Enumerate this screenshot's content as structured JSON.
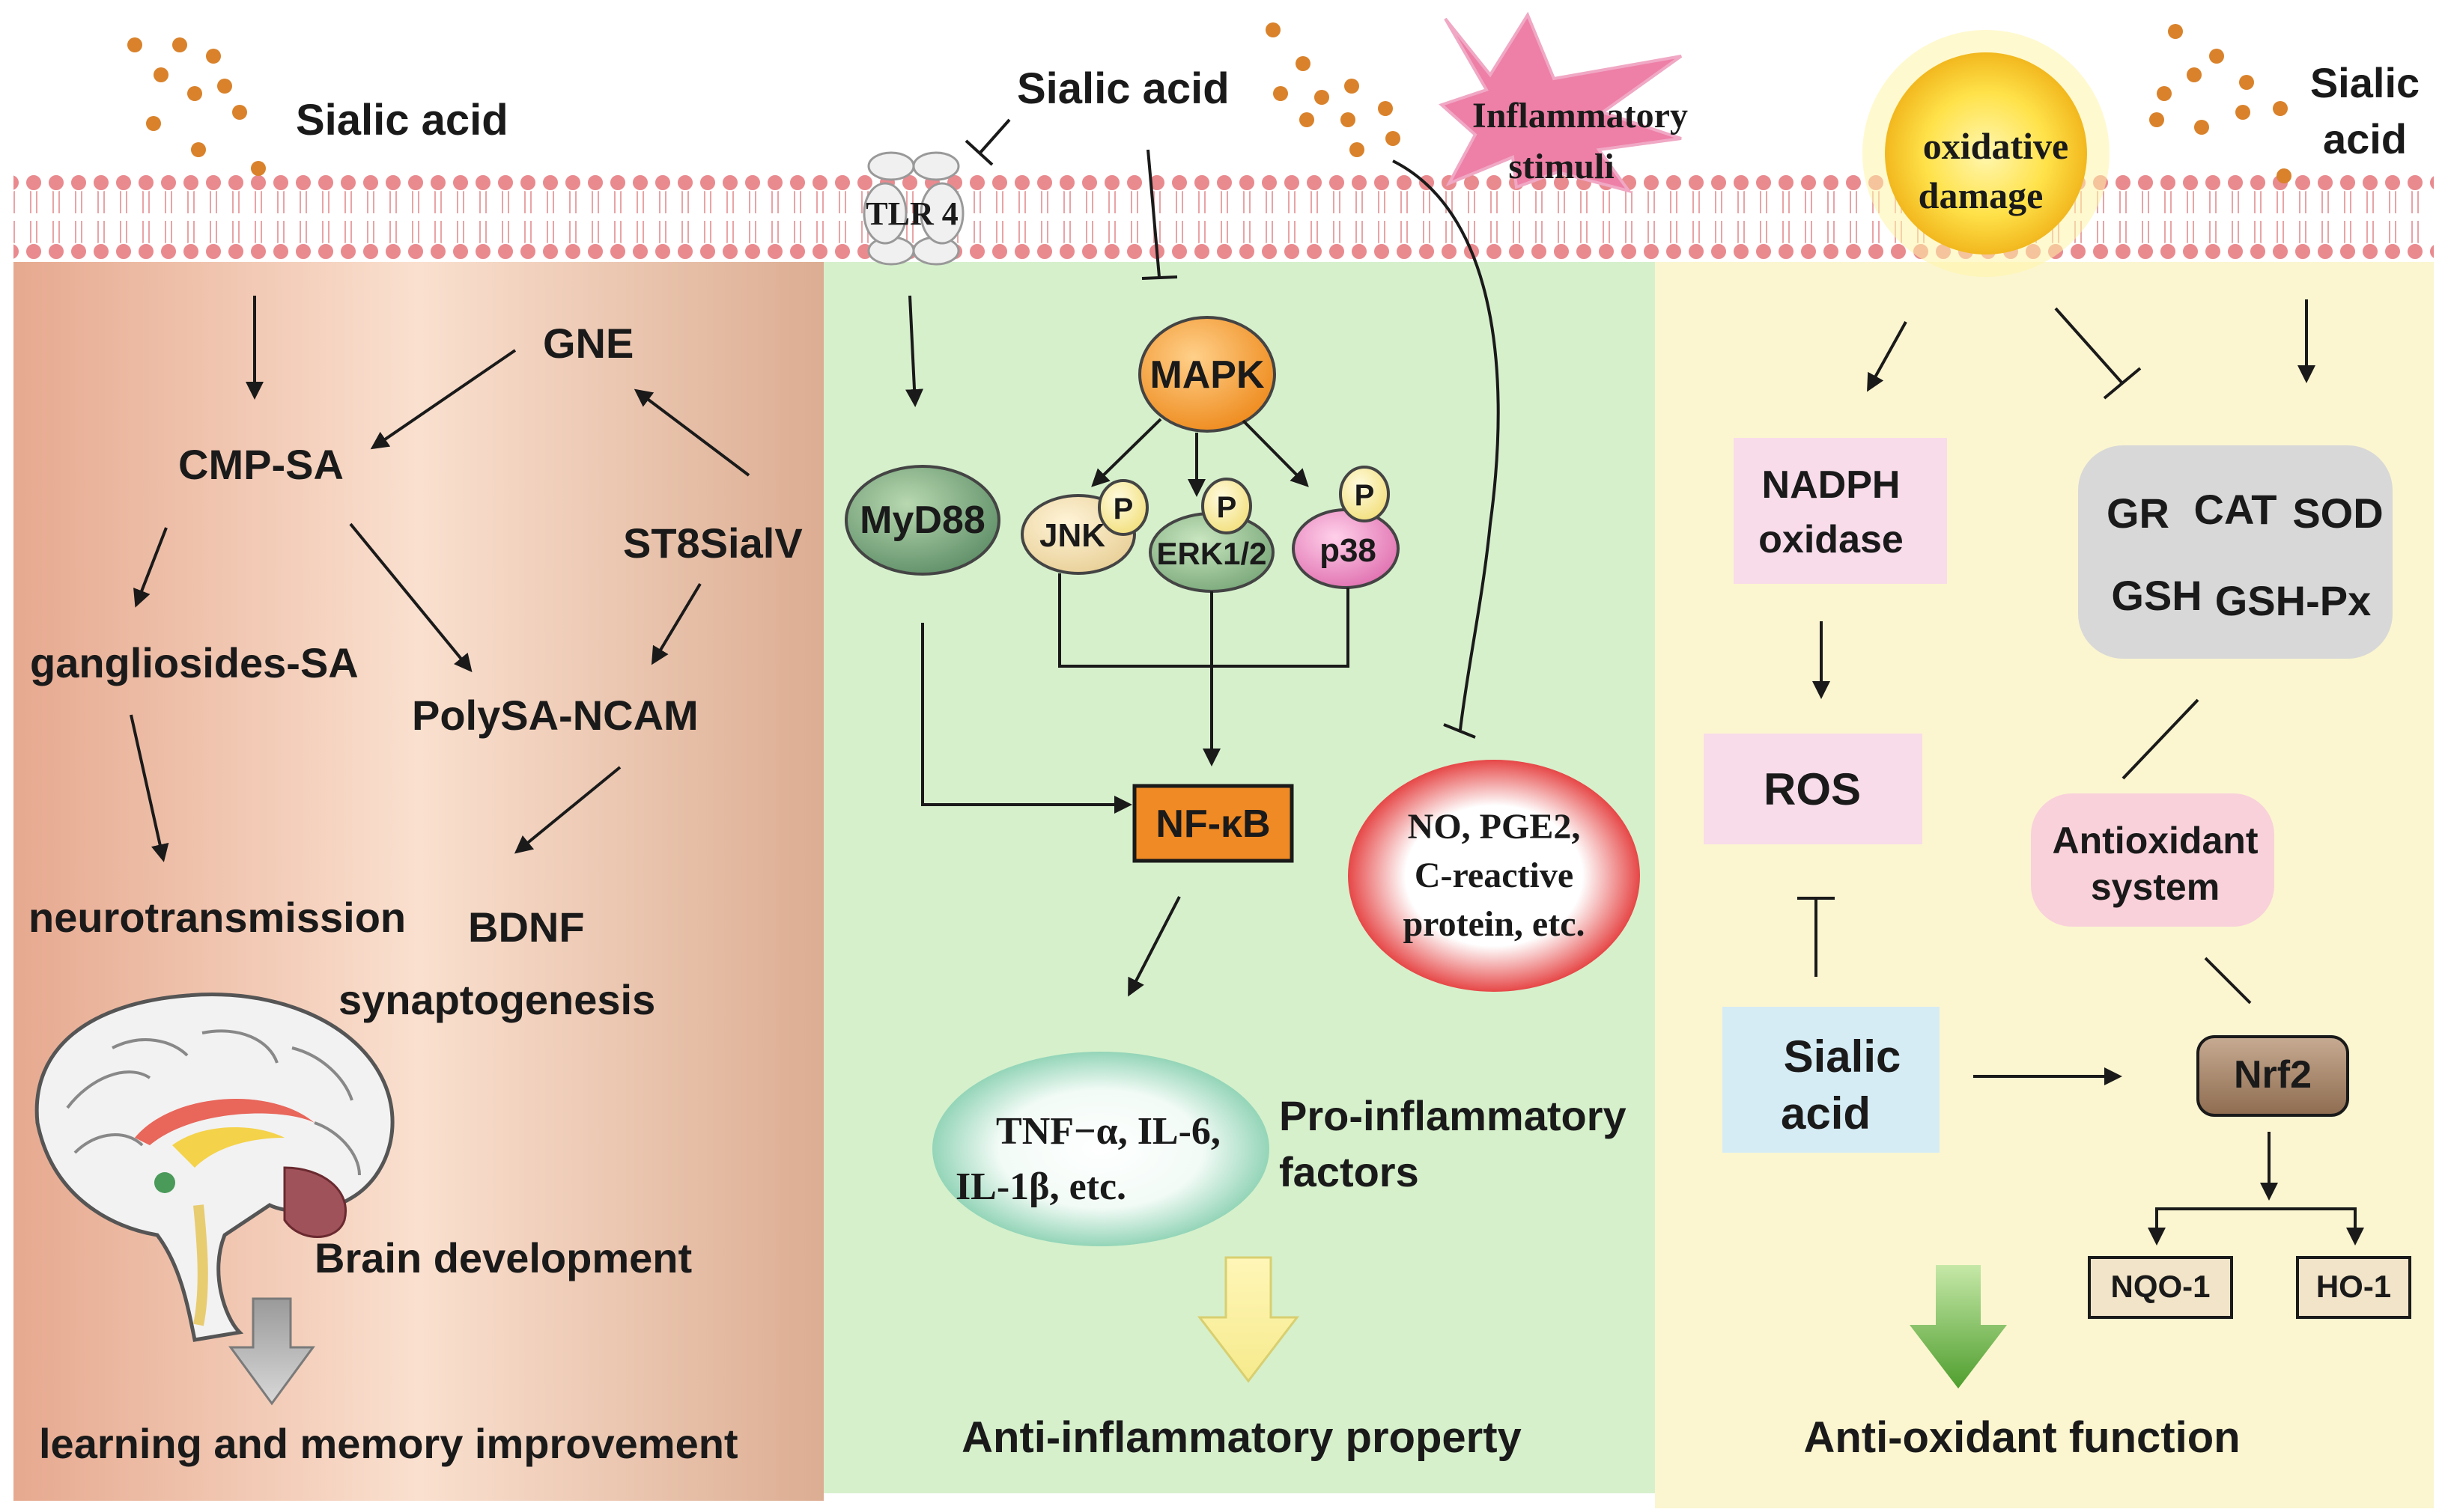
{
  "panel_left": {
    "sialic_acid": "Sialic acid",
    "gne": "GNE",
    "cmp_sa": "CMP-SA",
    "st8siaiv": "ST8SialV",
    "gangliosides": "gangliosides-SA",
    "polysa_ncam": "PolySA-NCAM",
    "neurotransmission": "neurotransmission",
    "bdnf": "BDNF",
    "synaptogenesis": "synaptogenesis",
    "brain_development": "Brain development",
    "outcome": "learning and memory improvement"
  },
  "panel_middle": {
    "sialic_acid": "Sialic acid",
    "inflammatory_stimuli_1": "Inflammatory",
    "inflammatory_stimuli_2": "stimuli",
    "tlr4": "TLR 4",
    "mapk": "MAPK",
    "myd88": "MyD88",
    "jnk": "JNK",
    "erk": "ERK1/2",
    "p38": "p38",
    "phospho": "P",
    "nfkb": "NF-κB",
    "mediators_1": "NO, PGE2,",
    "mediators_2": "C-reactive",
    "mediators_3": "protein, etc.",
    "cytokines_1": "TNF−α, IL-6,",
    "cytokines_2": "IL-1β, etc.",
    "pro_inflammatory_1": "Pro-inflammatory",
    "pro_inflammatory_2": "factors",
    "outcome": "Anti-inflammatory property"
  },
  "panel_right": {
    "sialic_acid_1": "Sialic",
    "sialic_acid_2": "acid",
    "oxidative_1": "oxidative",
    "oxidative_2": "damage",
    "nadph_1": "NADPH",
    "nadph_2": "oxidase",
    "ros": "ROS",
    "enzymes": [
      "GR",
      "CAT",
      "SOD",
      "GSH",
      "GSH-Px"
    ],
    "antioxidant_1": "Antioxidant",
    "antioxidant_2": "system",
    "sialic_box_1": "Sialic",
    "sialic_box_2": "acid",
    "nrf2": "Nrf2",
    "nqo1": "NQO-1",
    "ho1": "HO-1",
    "outcome": "Anti-oxidant function"
  },
  "colors": {
    "left_panel": "#e8b49a",
    "middle_panel": "#d6f0cc",
    "right_panel": "#fbf6d0",
    "membrane_head": "#e98a8f",
    "sialic_dot": "#d9822b",
    "nfkb_box": "#f08a24",
    "nrf2_box": "#a5856a"
  }
}
